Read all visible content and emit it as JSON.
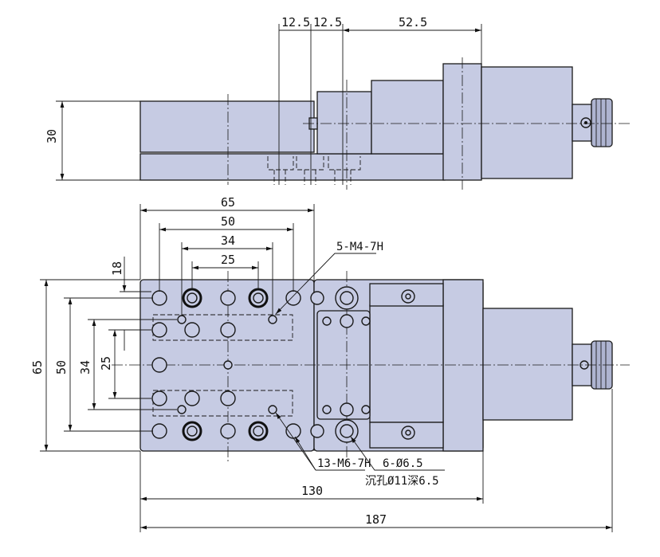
{
  "dimensions": {
    "top_12_5_a": "12.5",
    "top_12_5_b": "12.5",
    "top_52_5": "52.5",
    "side_30": "30",
    "width_65": "65",
    "width_50": "50",
    "width_34": "34",
    "width_25": "25",
    "height_18": "18",
    "height_65": "65",
    "height_50": "50",
    "height_34": "34",
    "height_25": "25",
    "length_130": "130",
    "length_187": "187"
  },
  "callouts": {
    "m4": "5-M4-7H",
    "m6": "13-M6-7H",
    "holes": "6-Ø6.5",
    "counterbore": "沉孔Ø11深6.5"
  }
}
